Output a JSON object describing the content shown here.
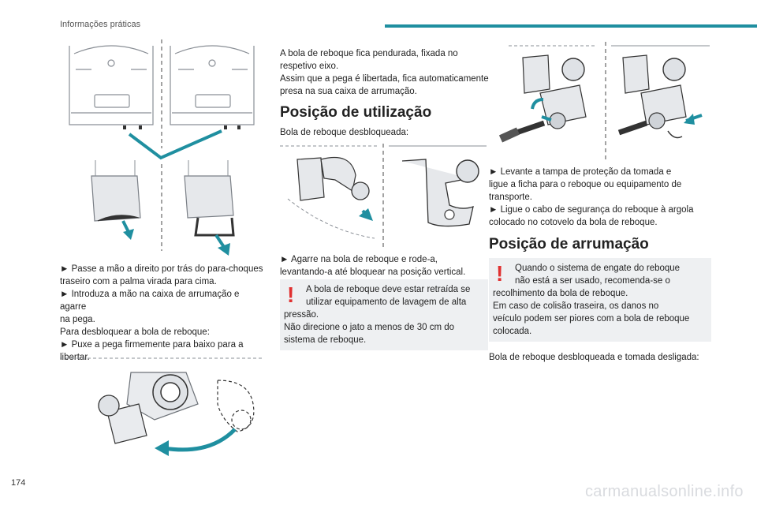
{
  "header": {
    "section_title": "Informações práticas"
  },
  "left_column": {
    "lines": [
      "► Passe a mão a direito por trás do para-choques",
      "traseiro com a palma virada para cima.",
      "► Introduza a mão na caixa de arrumação e agarre",
      "na pega.",
      "Para desbloquear a bola de reboque:",
      "► Puxe a pega firmemente para baixo para a",
      "libertar."
    ]
  },
  "middle_column": {
    "intro_lines": [
      "A bola de reboque fica pendurada, fixada no",
      "respetivo eixo.",
      "Assim que a pega é libertada, fica automaticamente",
      "presa na sua caixa de arrumação."
    ],
    "heading": "Posição de utilização",
    "subtext": "Bola de reboque desbloqueada:",
    "step_lines": [
      "► Agarre na bola de reboque e rode-a,",
      "levantando-a até bloquear na posição vertical."
    ],
    "warning_lines": [
      "A bola de reboque deve estar retraída se",
      "utilizar equipamento de lavagem de alta",
      "pressão.",
      "Não direcione o jato a menos de 30 cm do",
      "sistema de reboque."
    ]
  },
  "right_column": {
    "step_lines": [
      "► Levante a tampa de proteção da tomada e",
      "ligue a ficha para o reboque ou equipamento de",
      "transporte.",
      "► Ligue o cabo de segurança do reboque à argola",
      "colocado no cotovelo da bola de reboque."
    ],
    "heading": "Posição de arrumação",
    "warning_lines": [
      "Quando o sistema de engate do reboque",
      "não está a ser usado, recomenda-se o",
      "recolhimento da bola de reboque.",
      "Em caso de colisão traseira, os danos no",
      "veículo podem ser piores com a bola de reboque",
      "colocada."
    ],
    "footer_text": "Bola de reboque desbloqueada e tomada desligada:"
  },
  "footer": {
    "page_number": "174",
    "watermark": "carmanualsonline.info"
  },
  "colors": {
    "accent_teal": "#1f8fa0",
    "warning_red": "#e03030",
    "box_bg": "#eef0f2"
  }
}
